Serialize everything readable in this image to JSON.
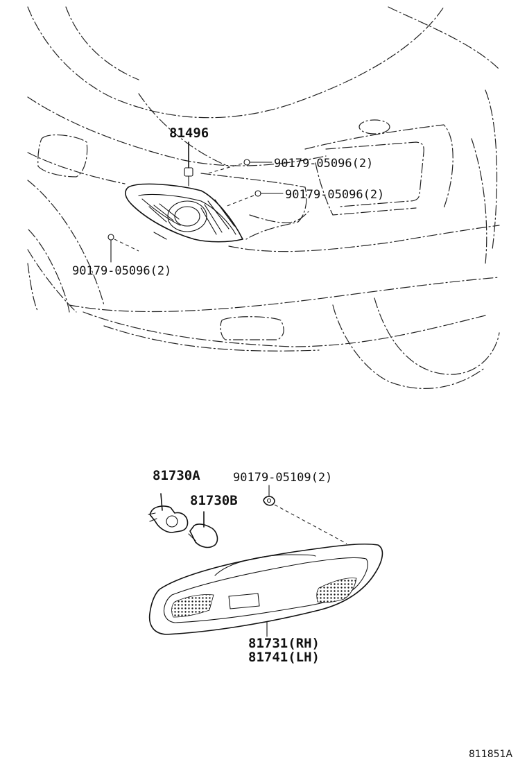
{
  "diagram": {
    "labels": {
      "clip_top": "81496",
      "screw_upper_right_1": "90179-05096(2)",
      "screw_upper_right_2": "90179-05096(2)",
      "screw_left": "90179-05096(2)",
      "socket": "81730A",
      "bulb": "81730B",
      "screw_lower": "90179-05109(2)",
      "lamp_rh": "81731(RH)",
      "lamp_lh": "81741(LH)",
      "figure_ref": "811851A"
    }
  }
}
